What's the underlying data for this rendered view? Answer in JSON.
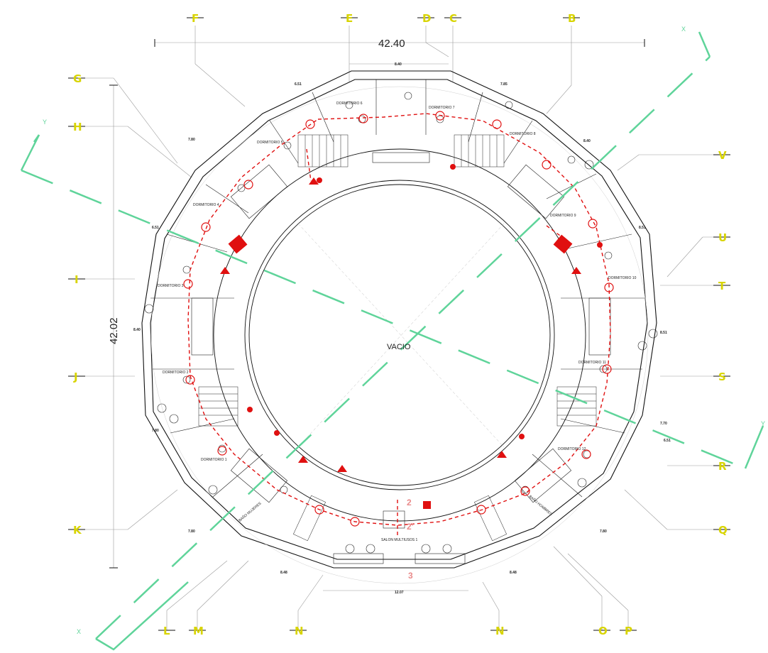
{
  "drawing": {
    "center_label": "VACIO",
    "overall_width": "42.40",
    "overall_height": "42.02",
    "top_dim": "8.40",
    "bottom_dim": "12.07",
    "axes": {
      "top": [
        "F",
        "E",
        "D",
        "C",
        "B"
      ],
      "left": [
        "G",
        "H",
        "I",
        "J",
        "K"
      ],
      "right": [
        "V",
        "U",
        "T",
        "S",
        "R",
        "Q"
      ],
      "bottom": [
        "L",
        "M",
        "N",
        "N",
        "O",
        "P"
      ]
    },
    "section_marks": [
      "X",
      "X",
      "Y",
      "Y"
    ],
    "segment_dims": [
      "6.51",
      "7.85",
      "7.80",
      "8.40",
      "8.51",
      "6.51",
      "8.40",
      "8.51",
      "7.80",
      "7.70",
      "6.51",
      "7.80",
      "8.48",
      "8.48",
      "7.80"
    ],
    "rooms": [
      "DORMITORIO 1",
      "DORMITORIO 2",
      "DORMITORIO 3",
      "DORMITORIO 4",
      "DORMITORIO 5",
      "DORMITORIO 6",
      "DORMITORIO 7",
      "DORMITORIO 8",
      "DORMITORIO 9",
      "DORMITORIO 10",
      "DORMITORIO 11",
      "DORMITORIO 12",
      "SALON MULTIUSOS 1",
      "BAÑO HOMBRES",
      "BAÑO MUJERES"
    ],
    "evacuation_numbers": [
      "2",
      "2'",
      "3"
    ]
  }
}
